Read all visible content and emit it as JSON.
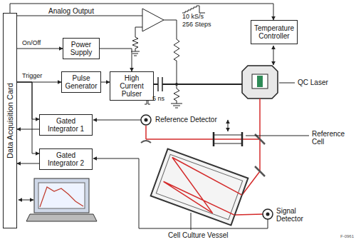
{
  "diagram": {
    "nodes": [
      {
        "text": [
          "Data Acquisition Card"
        ]
      },
      {
        "text": [
          "Power Supply"
        ]
      },
      {
        "text": [
          "Pulse Generator"
        ]
      },
      {
        "text": [
          "High Current Pulser"
        ]
      },
      {
        "text": [
          "Temperature Controller"
        ]
      },
      {
        "text": [
          "Gated Integrator 1"
        ]
      },
      {
        "text": [
          "Gated Integrator 2"
        ]
      }
    ],
    "edges": [
      {
        "from": 0,
        "to": 1,
        "arrow": "to",
        "label": "On/Off"
      },
      {
        "from": 0,
        "to": 2,
        "arrow": "to",
        "label": "Trigger"
      },
      {
        "from": 2,
        "to": 3,
        "arrow": "to"
      },
      {
        "from": 1,
        "to": 3,
        "arrow": "to"
      },
      {
        "from": 0,
        "to": 5,
        "arrow": "to"
      },
      {
        "from": 5,
        "to": 0,
        "arrow": "to"
      },
      {
        "from": 0,
        "to": 6,
        "arrow": "to"
      },
      {
        "from": 6,
        "to": 0,
        "arrow": "to"
      },
      {
        "from": 0,
        "to": 4,
        "arrow": "to"
      }
    ],
    "labels": [
      "Analog Output",
      "10 kS/s",
      "256 Steps",
      "5 ns",
      "QC Laser",
      "Reference Detector",
      "Reference Cell",
      "Signal Detector",
      "Cell Culture Vessel",
      "F-0961"
    ]
  }
}
